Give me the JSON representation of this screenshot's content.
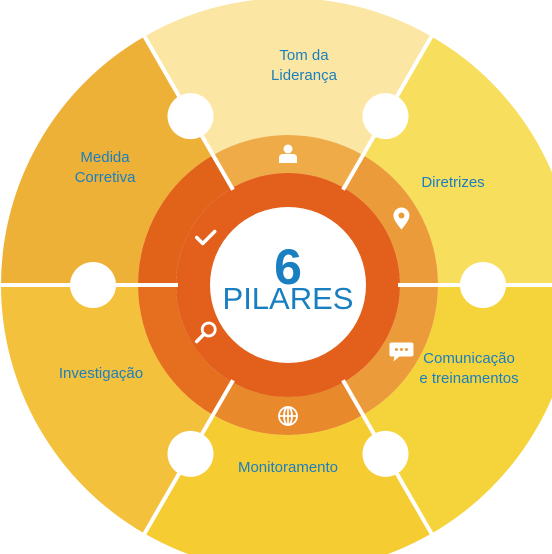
{
  "center": {
    "number": "6",
    "word": "PILARES"
  },
  "pillars": [
    {
      "lines": [
        "Tom da",
        "Liderança"
      ],
      "icon": "person-icon"
    },
    {
      "lines": [
        "Diretrizes"
      ],
      "icon": "location-pin-icon"
    },
    {
      "lines": [
        "Comunicação",
        "e treinamentos"
      ],
      "icon": "chat-bubble-icon"
    },
    {
      "lines": [
        "Monitoramento"
      ],
      "icon": "globe-icon"
    },
    {
      "lines": [
        "Investigação"
      ],
      "icon": "magnifier-icon"
    },
    {
      "lines": [
        "Medida",
        "Corretiva"
      ],
      "icon": "checkmark-icon"
    }
  ],
  "colors": {
    "text": "#1a7fc1",
    "outer_ring": [
      "#fbe7a3",
      "#f7de5c",
      "#f5d43b",
      "#f6cc33",
      "#f3c13b",
      "#eeb137"
    ],
    "middle_ring": [
      "#efab48",
      "#eb9b3a",
      "#eb9b3a",
      "#e8892c",
      "#e56f1f",
      "#e1631a"
    ],
    "inner_ring": "#e2601b",
    "center_fill": "#ffffff"
  }
}
